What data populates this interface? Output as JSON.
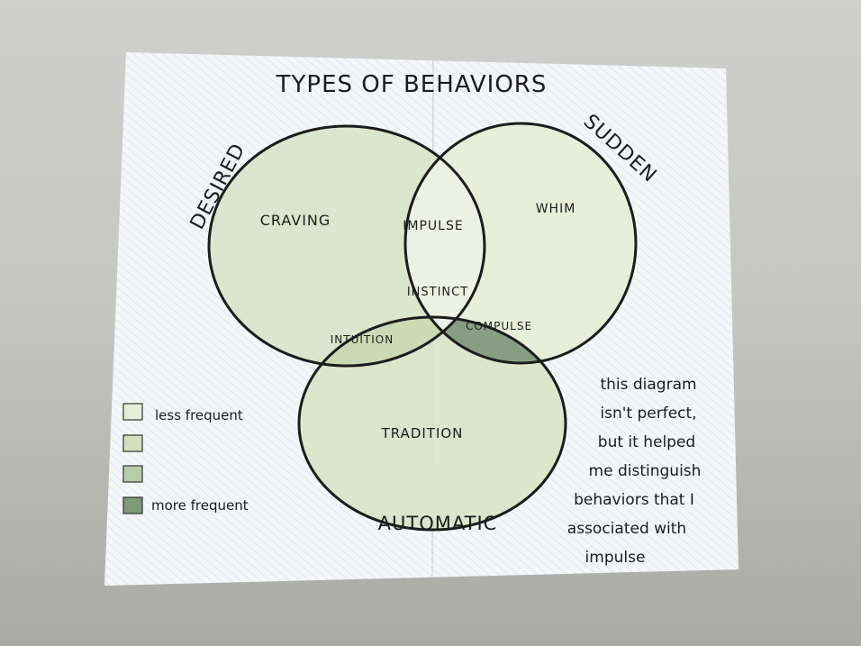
{
  "diagram": {
    "title": "TYPES OF BEHAVIORS",
    "circle_labels": {
      "desired": "DESIRED",
      "sudden": "SUDDEN",
      "automatic": "AUTOMATIC"
    },
    "regions": {
      "craving": "CRAVING",
      "whim": "WHIM",
      "impulse": "IMPULSE",
      "instinct": "INSTINCT",
      "compulse": "COMPULSE",
      "intuition": "INTUITION",
      "tradition": "TRADITION"
    },
    "legend": [
      {
        "label": "less frequent",
        "color": "#e6ecd6"
      },
      {
        "label": "",
        "color": "#d3dfbf"
      },
      {
        "label": "",
        "color": "#b9ccaa"
      },
      {
        "label": "more frequent",
        "color": "#7e9a78"
      }
    ],
    "note_lines": [
      "this diagram",
      "isn't perfect,",
      "but it helped",
      "me distinguish",
      "behaviors that I",
      "associated with",
      "impulse"
    ]
  },
  "colors": {
    "paper": "#f4f6f8",
    "pencil_blue": "#a9c2dc",
    "light_green": "#e2e9d1",
    "mid_green": "#d4dfbf",
    "dark_green": "#7f957d",
    "ink": "#1c1c1c"
  }
}
